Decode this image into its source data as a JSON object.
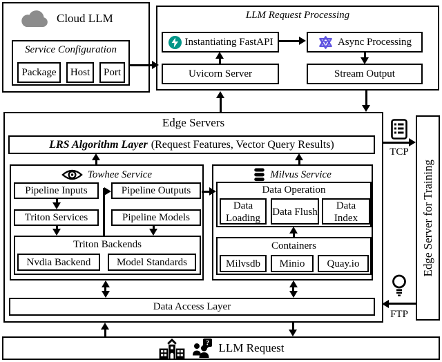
{
  "colors": {
    "fastapi_teal": "#009688",
    "async_purple": "#5f54e0",
    "cloud_gray": "#8c8c8c",
    "white": "#ffffff"
  },
  "cloud": {
    "title": "Cloud LLM",
    "config": {
      "title": "Service Configuration",
      "package": "Package",
      "host": "Host",
      "port": "Port"
    }
  },
  "processing": {
    "title": "LLM Request Processing",
    "fastapi": "Instantiating FastAPI",
    "async_proc": "Async Processing",
    "uvicorn": "Uvicorn Server",
    "stream": "Stream Output"
  },
  "edge": {
    "title": "Edge Servers",
    "lrs_bold": "LRS Algorithm Layer",
    "lrs_rest": "(Request Features, Vector Query Results)",
    "towhee": {
      "title": "Towhee Service",
      "inputs": "Pipeline Inputs",
      "outputs": "Pipeline Outputs",
      "triton_services": "Triton Services",
      "models": "Pipeline Models",
      "backends_title": "Triton Backends",
      "nvdia": "Nvdia Backend",
      "standards": "Model Standards"
    },
    "milvus": {
      "title": "Milvus Service",
      "dataop_title": "Data Operation",
      "loading": "Data Loading",
      "flush": "Data Flush",
      "index": "Data Index",
      "containers_title": "Containers",
      "milvsdb": "Milvsdb",
      "minio": "Minio",
      "quay": "Quay.io"
    },
    "dal": "Data Access Layer"
  },
  "right": {
    "training": "Edge Server for Training",
    "tcp": "TCP",
    "ftp": "FTP"
  },
  "bottom": {
    "label": "LLM Request",
    "question_mark": "?"
  }
}
